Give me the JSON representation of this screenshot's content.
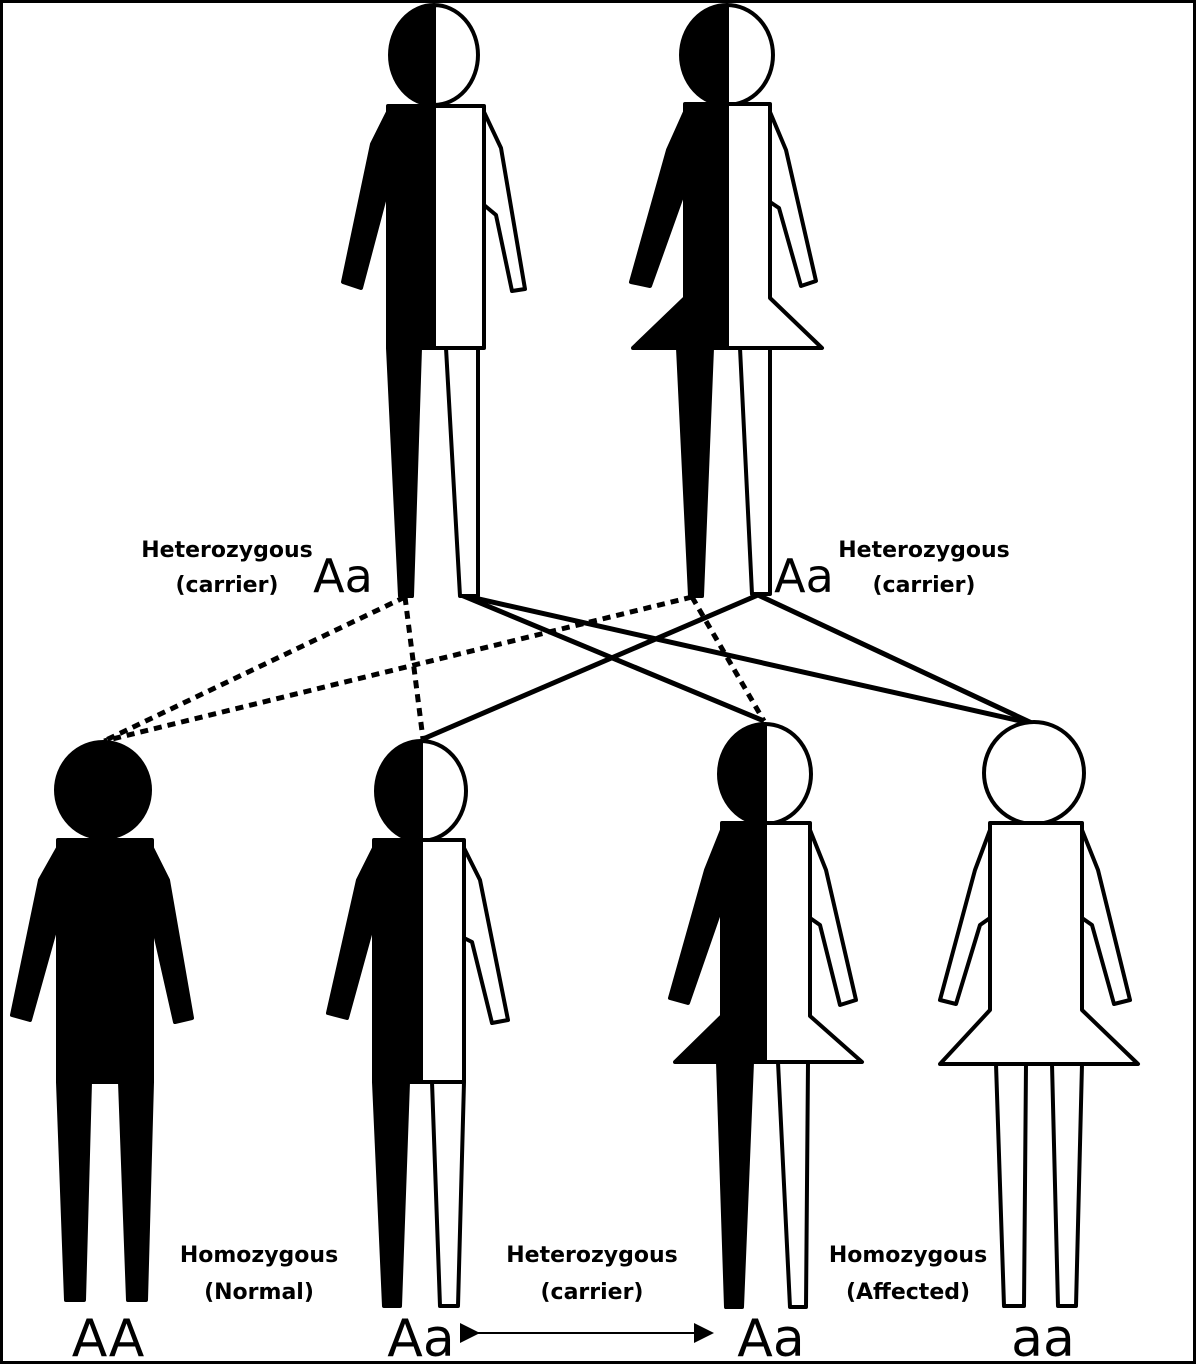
{
  "parents": {
    "father": {
      "genotype": "Aa",
      "type_line1": "Heterozygous",
      "type_line2": "(carrier)"
    },
    "mother": {
      "genotype": "Aa",
      "type_line1": "Heterozygous",
      "type_line2": "(carrier)"
    }
  },
  "children": [
    {
      "genotype": "AA",
      "fill": "full"
    },
    {
      "genotype": "Aa",
      "fill": "half"
    },
    {
      "genotype": "Aa",
      "fill": "half"
    },
    {
      "genotype": "aa",
      "fill": "none"
    }
  ],
  "labels": {
    "homozygous_normal": {
      "line1": "Homozygous",
      "line2": "(Normal)"
    },
    "heterozygous_carrier": {
      "line1": "Heterozygous",
      "line2": "(carrier)"
    },
    "homozygous_affected": {
      "line1": "Homozygous",
      "line2": "(Affected)"
    }
  },
  "legend_colors": {
    "dominant_allele": "#000000",
    "recessive_allele": "#ffffff",
    "outline": "#000000"
  }
}
